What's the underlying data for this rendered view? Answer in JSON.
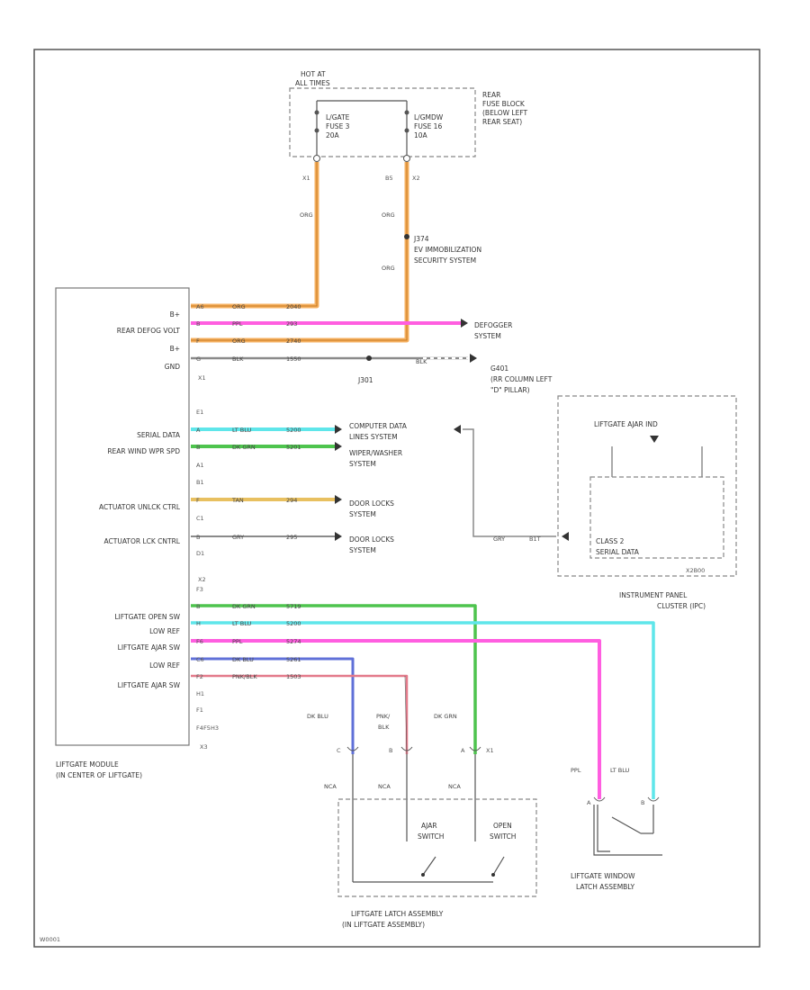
{
  "colors": {
    "orange": "#f5b060",
    "pink": "#ff5ee0",
    "gray_wire": "#8a8a8a",
    "cyan": "#5fe6ea",
    "green": "#4ec44e",
    "tan": "#e8c060",
    "blue": "#6070d8",
    "salmon": "#e37a8a"
  },
  "diagram_id": "W0001",
  "fuse_block": {
    "header_1": "HOT AT",
    "header_2": "ALL TIMES",
    "name_1": "REAR",
    "name_2": "FUSE BLOCK",
    "name_3": "(BELOW LEFT",
    "name_4": "REAR SEAT)",
    "fuse_a_1": "L/GATE",
    "fuse_a_2": "FUSE 3",
    "fuse_a_3": "20A",
    "fuse_b_1": "L/GMDW",
    "fuse_b_2": "FUSE 16",
    "fuse_b_3": "10A",
    "pin_a": "X1",
    "pin_b_1": "B5",
    "pin_b_2": "X2"
  },
  "wires": {
    "org_a": "ORG",
    "org_b1": "ORG",
    "org_b2": "ORG",
    "splice_1": "J374",
    "splice_2": "EV IMMOBILIZATION",
    "splice_3": "SECURITY SYSTEM",
    "splice_gnd": "J301",
    "blk_right": "BLK",
    "gry_right": "GRY",
    "gry_pin": "B1T",
    "dk_blu": "DK BLU",
    "pnk_1": "PNK/",
    "pnk_2": "BLK",
    "dk_grn": "DK GRN",
    "nca_1": "NCA",
    "nca_2": "NCA",
    "nca_3": "NCA",
    "ppl_v": "PPL",
    "lt_blu_v": "LT BLU"
  },
  "module": {
    "name_1": "LIFTGATE MODULE",
    "name_2": "(IN CENTER OF LIFTGATE)",
    "conn_x1": "X1",
    "conn_x2": "X2",
    "conn_x3": "X3",
    "rows": [
      {
        "label": "B+",
        "pin": "A6",
        "color": "ORG",
        "circuit": "2040"
      },
      {
        "label": "REAR DEFOG VOLT",
        "pin": "B",
        "color": "PPL",
        "circuit": "293"
      },
      {
        "label": "B+",
        "pin": "F",
        "color": "ORG",
        "circuit": "2740"
      },
      {
        "label": "GND",
        "pin": "G",
        "color": "BLK",
        "circuit": "1550"
      },
      {
        "label": "SERIAL DATA",
        "pin": "A",
        "color": "LT BLU",
        "circuit": "5200"
      },
      {
        "label": "REAR WIND WPR SPD",
        "pin": "B",
        "color": "DK GRN",
        "circuit": "5201"
      },
      {
        "label": "ACTUATOR UNLCK CTRL",
        "pin": "F",
        "color": "TAN",
        "circuit": "294"
      },
      {
        "label": "ACTUATOR LCK CNTRL",
        "pin": "B",
        "color": "GRY",
        "circuit": "295"
      },
      {
        "label": "LIFTGATE OPEN SW",
        "pin": "B",
        "color": "DK GRN",
        "circuit": "5719"
      },
      {
        "label": "LOW REF",
        "pin": "H",
        "color": "LT BLU",
        "circuit": "5200"
      },
      {
        "label": "LIFTGATE AJAR SW",
        "pin": "F6",
        "color": "PPL",
        "circuit": "5274"
      },
      {
        "label": "LOW REF",
        "pin": "C6",
        "color": "DK BLU",
        "circuit": "5261"
      },
      {
        "label": "LIFTGATE AJAR SW",
        "pin": "F2",
        "color": "PNK/BLK",
        "circuit": "1503"
      }
    ],
    "extra_pins": [
      "E1",
      "A1",
      "B1",
      "C1",
      "D1",
      "F3",
      "H1",
      "F1",
      "F4",
      "F5",
      "H3"
    ]
  },
  "dests": {
    "defogger_1": "DEFOGGER",
    "defogger_2": "SYSTEM",
    "ground_1": "G401",
    "ground_2": "(RR COLUMN LEFT",
    "ground_3": "\"D\" PILLAR)",
    "comp_1": "COMPUTER DATA",
    "comp_2": "LINES SYSTEM",
    "wiper_1": "WIPER/WASHER",
    "wiper_2": "SYSTEM",
    "lock1_1": "DOOR LOCKS",
    "lock1_2": "SYSTEM",
    "lock2_1": "DOOR LOCKS",
    "lock2_2": "SYSTEM"
  },
  "cluster": {
    "ajar": "LIFTGATE AJAR IND",
    "class_1": "CLASS 2",
    "class_2": "SERIAL DATA",
    "conn": "X2B00",
    "name_1": "INSTRUMENT PANEL",
    "name_2": "CLUSTER (IPC)"
  },
  "latch": {
    "pin_c": "C",
    "pin_b": "B",
    "pin_a": "A",
    "pin_x1": "X1",
    "ajar_sw_1": "AJAR",
    "ajar_sw_2": "SWITCH",
    "open_sw_1": "OPEN",
    "open_sw_2": "SWITCH",
    "name_1": "LIFTGATE LATCH ASSEMBLY",
    "name_2": "(IN LIFTGATE ASSEMBLY)"
  },
  "window_latch": {
    "pin_a": "A",
    "pin_b": "B",
    "name_1": "LIFTGATE WINDOW",
    "name_2": "LATCH ASSEMBLY"
  }
}
